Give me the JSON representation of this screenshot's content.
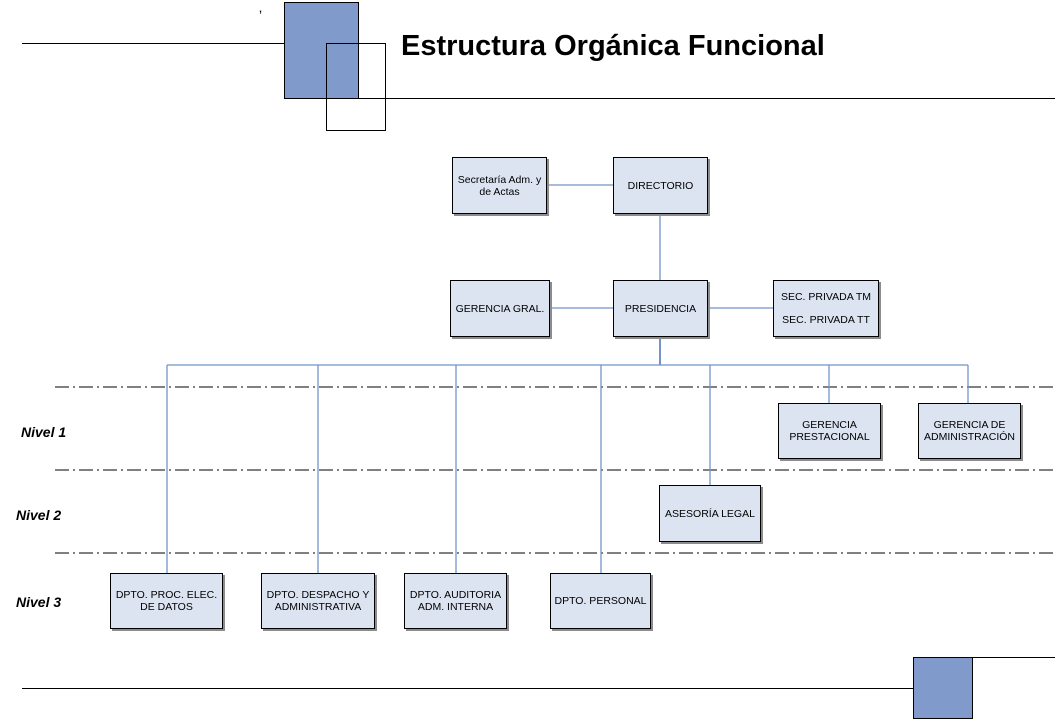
{
  "title": "Estructura Orgánica Funcional",
  "decor_mark": "ʼ",
  "colors": {
    "accent_blue": "#7f9acb",
    "box_fill": "#dce4f2",
    "connector": "#7294c8"
  },
  "levels": {
    "nivel1": "Nivel 1",
    "nivel2": "Nivel 2",
    "nivel3": "Nivel 3"
  },
  "boxes": {
    "secretaria": [
      "Secretaría Adm. y",
      "de Actas"
    ],
    "directorio": [
      "DIRECTORIO"
    ],
    "gerencia_gral": [
      "GERENCIA GRAL."
    ],
    "presidencia": [
      "PRESIDENCIA"
    ],
    "sec_privada_tm": "SEC. PRIVADA TM",
    "sec_privada_tt": "SEC. PRIVADA TT",
    "gerencia_prestacional": [
      "GERENCIA",
      "PRESTACIONAL"
    ],
    "gerencia_administracion": [
      "GERENCIA DE",
      "ADMINISTRACIÓN"
    ],
    "asesoria_legal": [
      "ASESORÍA LEGAL"
    ],
    "dpto_proc": [
      "DPTO. PROC. ELEC.",
      "DE DATOS"
    ],
    "dpto_despacho": [
      "DPTO. DESPACHO Y",
      "ADMINISTRATIVA"
    ],
    "dpto_auditoria": [
      "DPTO. AUDITORIA",
      "ADM. INTERNA"
    ],
    "dpto_personal": [
      "DPTO. PERSONAL"
    ]
  }
}
